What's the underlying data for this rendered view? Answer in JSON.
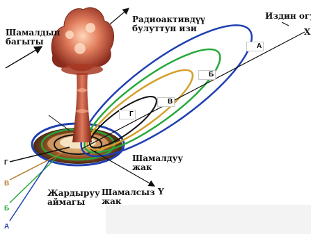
{
  "labels": {
    "wind_direction": "Шамалдын\nбагыты",
    "trace_cloud": "Радиоактивдүү\nбулуттун изи",
    "trace_axis": "Издин огу",
    "axis_x": "X",
    "axis_y": "Y",
    "windward": "Шамалдуу\nжак",
    "leeward": "Шамалсыз\nжак",
    "explosion_zone": "Жардыруу\nаймагы"
  },
  "zones": [
    {
      "letter": "А",
      "color": "#1f3fb0"
    },
    {
      "letter": "Б",
      "color": "#27a83a"
    },
    {
      "letter": "В",
      "color": "#c8962a"
    },
    {
      "letter": "Г",
      "color": "#111111"
    }
  ],
  "zone_tags": [
    "А",
    "Б",
    "В",
    "Г"
  ]
}
